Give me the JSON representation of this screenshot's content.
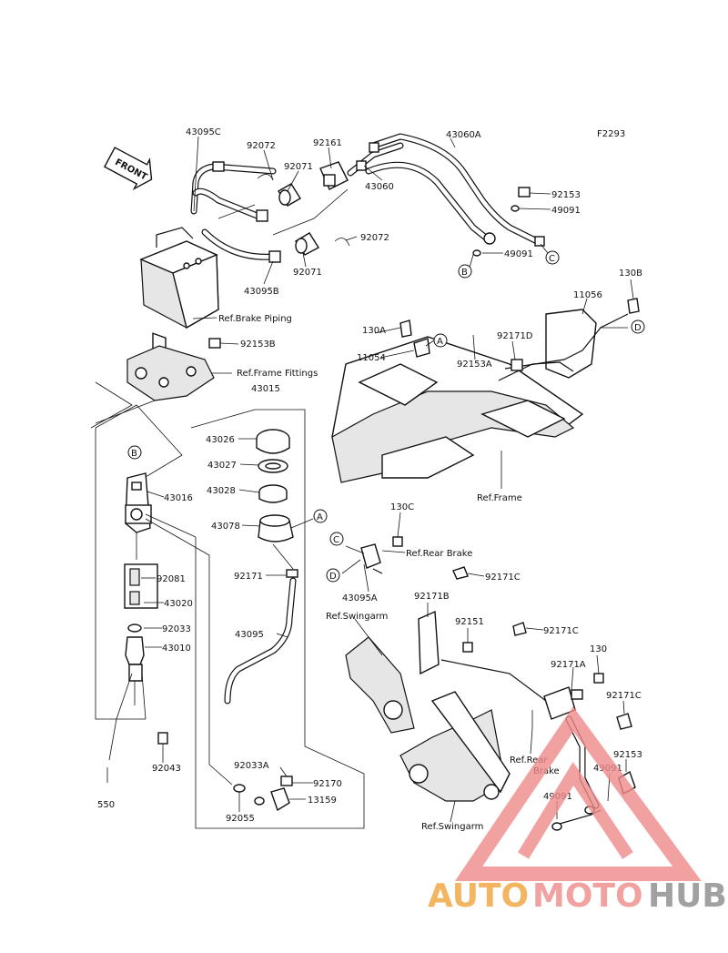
{
  "diagram_code": "F2293",
  "front_label": "FRONT",
  "labels": {
    "p43095C": "43095C",
    "p92072a": "92072",
    "p92071a": "92071",
    "p92161": "92161",
    "p43060A": "43060A",
    "p43060": "43060",
    "p92153a": "92153",
    "p49091a": "49091",
    "p49091b": "49091",
    "p92072b": "92072",
    "p92071b": "92071",
    "p43095B": "43095B",
    "ref_brake_piping": "Ref.Brake Piping",
    "p130B": "130B",
    "p11056": "11056",
    "p130A": "130A",
    "p921710": "92171D",
    "p11054": "11054",
    "p92153A": "92153A",
    "p92153B": "92153B",
    "ref_frame_fittings": "Ref.Frame Fittings",
    "p43015": "43015",
    "ref_frame": "Ref.Frame",
    "p43026": "43026",
    "p43027": "43027",
    "p43028": "43028",
    "p43078": "43078",
    "p43016": "43016",
    "p92081": "92081",
    "p43020": "43020",
    "p92033": "92033",
    "p43010": "43010",
    "p92043": "92043",
    "p550": "550",
    "p92171": "92171",
    "p43095": "43095",
    "p92033A": "92033A",
    "p92170": "92170",
    "p92055": "92055",
    "p13159": "13159",
    "p130C": "130C",
    "ref_rear_brake_a": "Ref.Rear Brake",
    "p43095A": "43095A",
    "p92171C_a": "92171C",
    "p92171B": "92171B",
    "ref_swingarm_a": "Ref.Swingarm",
    "p92151": "92151",
    "p92171C_b": "92171C",
    "p92171A": "92171A",
    "p130": "130",
    "p92171C_c": "92171C",
    "p92153b": "92153",
    "p49091c": "49091",
    "p49091d": "49091",
    "ref_rear_brake_b1": "Ref.Rear",
    "ref_rear_brake_b2": "Brake",
    "ref_swingarm_b": "Ref.Swingarm"
  },
  "callouts": {
    "A1": "A",
    "A2": "A",
    "B1": "B",
    "B2": "B",
    "C1": "C",
    "C2": "C",
    "D1": "D",
    "D2": "D"
  },
  "watermark": {
    "part1": "AUTO",
    "part2": "MOTO",
    "part3": "HUB",
    "color1": "#f2a33a",
    "color2": "#f08a8a",
    "color3": "#8a8a8a"
  }
}
